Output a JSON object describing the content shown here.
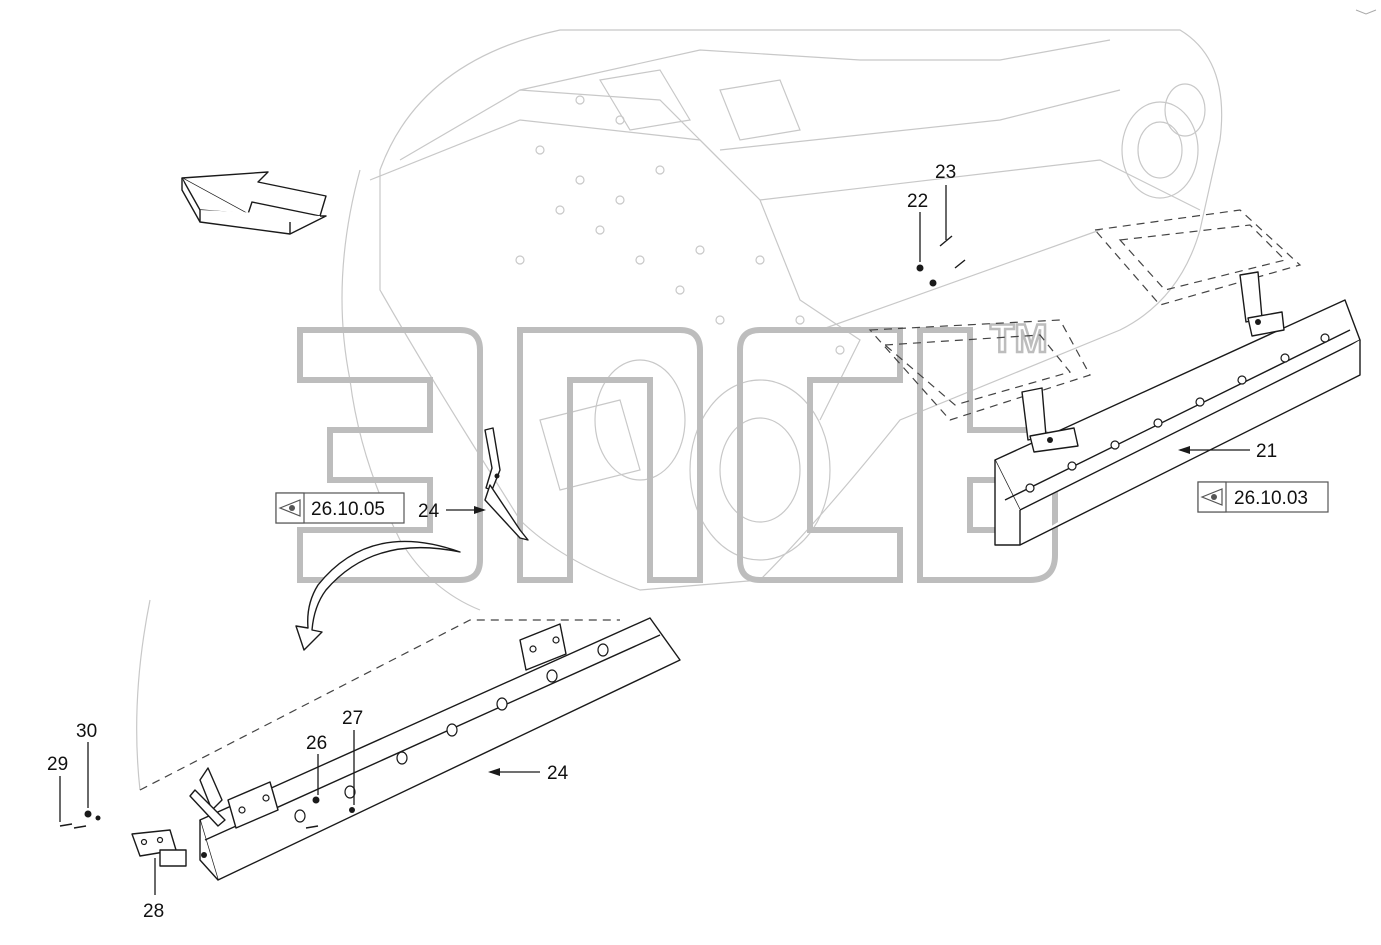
{
  "callouts": {
    "c21": "21",
    "c22": "22",
    "c23": "23",
    "c24_upper": "24",
    "c24_lower": "24",
    "c26": "26",
    "c27": "27",
    "c28": "28",
    "c29": "29",
    "c30": "30"
  },
  "references": {
    "ref_left": "26.10.05",
    "ref_right": "26.10.03"
  },
  "watermark": {
    "trademark": "TM"
  }
}
